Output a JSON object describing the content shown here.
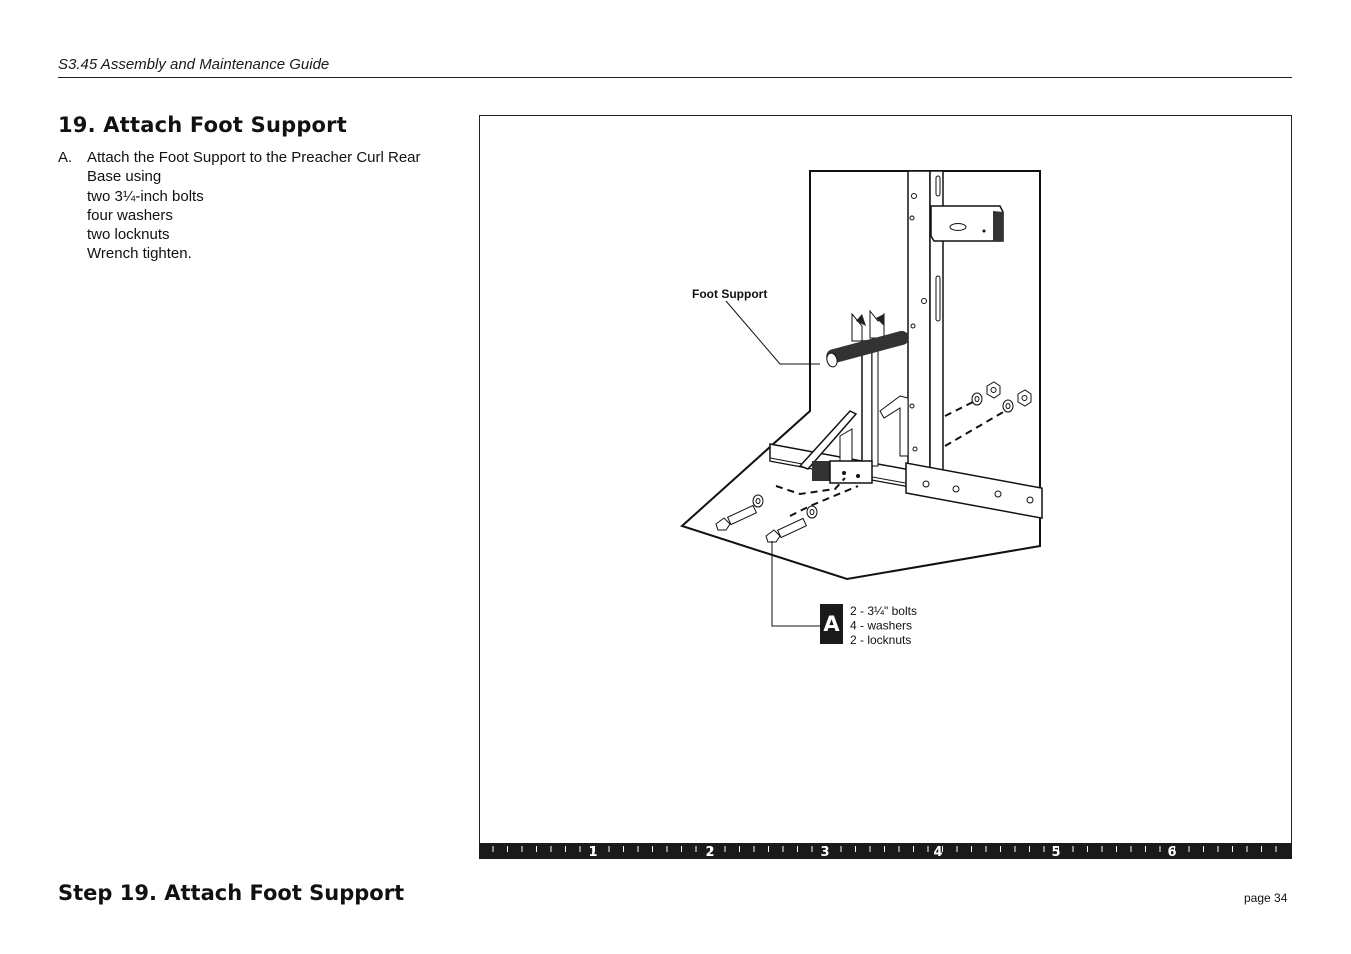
{
  "header": {
    "title": "S3.45 Assembly and Maintenance Guide"
  },
  "section": {
    "title": "19. Attach Foot Support"
  },
  "instructions": {
    "letter": "A.",
    "lines": [
      "Attach the Foot Support to the Preacher Curl Rear",
      "Base using",
      "two 3¼-inch bolts",
      "four washers",
      "two locknuts",
      "Wrench tighten."
    ]
  },
  "figure": {
    "callout_label": "Foot Support",
    "parts_badge": "A",
    "parts_list": [
      "2 - 3¼\" bolts",
      "4 - washers",
      "2 - locknuts"
    ]
  },
  "ruler": {
    "numbers": [
      "1",
      "2",
      "3",
      "4",
      "5",
      "6"
    ]
  },
  "footer": {
    "step_title": "Step 19. Attach Foot Support",
    "page": "page 34"
  }
}
